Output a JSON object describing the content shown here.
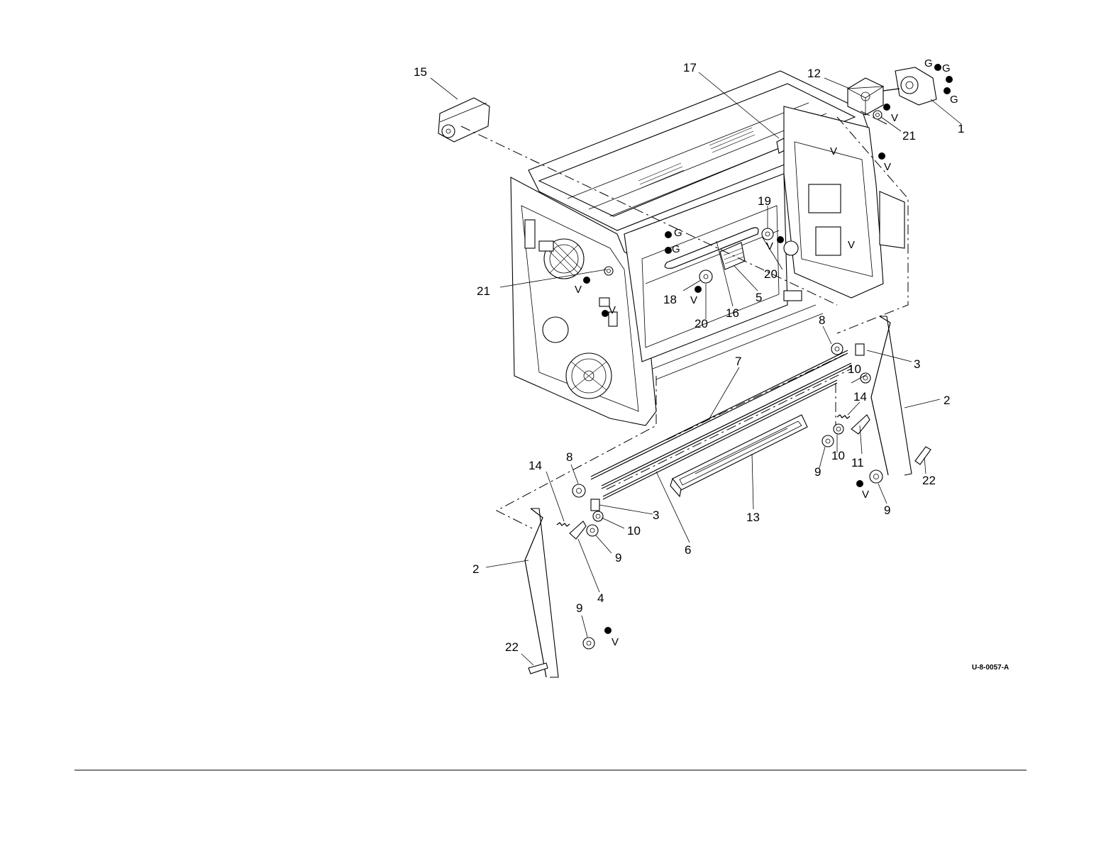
{
  "figure_code": "U-8-0057-A",
  "callouts": [
    {
      "label": "1"
    },
    {
      "label": "2"
    },
    {
      "label": "2"
    },
    {
      "label": "3"
    },
    {
      "label": "3"
    },
    {
      "label": "4"
    },
    {
      "label": "5"
    },
    {
      "label": "6"
    },
    {
      "label": "7"
    },
    {
      "label": "8"
    },
    {
      "label": "8"
    },
    {
      "label": "9"
    },
    {
      "label": "9"
    },
    {
      "label": "9"
    },
    {
      "label": "9"
    },
    {
      "label": "10"
    },
    {
      "label": "10"
    },
    {
      "label": "10"
    },
    {
      "label": "11"
    },
    {
      "label": "12"
    },
    {
      "label": "13"
    },
    {
      "label": "14"
    },
    {
      "label": "14"
    },
    {
      "label": "15"
    },
    {
      "label": "16"
    },
    {
      "label": "17"
    },
    {
      "label": "18"
    },
    {
      "label": "19"
    },
    {
      "label": "20"
    },
    {
      "label": "20"
    },
    {
      "label": "21"
    },
    {
      "label": "21"
    },
    {
      "label": "22"
    },
    {
      "label": "22"
    }
  ],
  "fastener_marks": [
    {
      "label": "G"
    },
    {
      "label": "G"
    },
    {
      "label": "G"
    },
    {
      "label": "G"
    },
    {
      "label": "G"
    },
    {
      "label": "V"
    },
    {
      "label": "V"
    },
    {
      "label": "V"
    },
    {
      "label": "V"
    },
    {
      "label": "V"
    },
    {
      "label": "V"
    },
    {
      "label": "V"
    },
    {
      "label": "V"
    },
    {
      "label": "V"
    },
    {
      "label": "V"
    }
  ]
}
